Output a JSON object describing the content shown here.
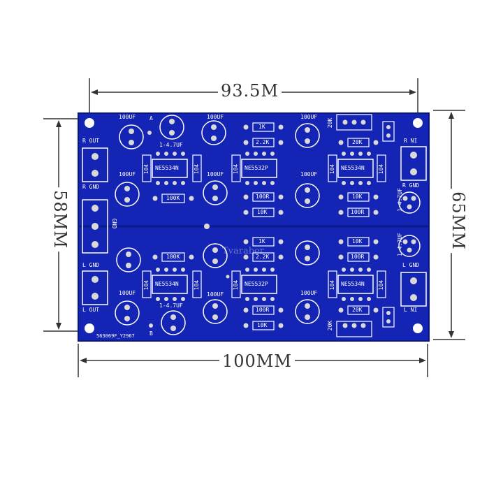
{
  "dimensions": {
    "top": "93.5M",
    "bottom": "100MM",
    "left": "58MM",
    "right": "65MM"
  },
  "board": {
    "id_code": "563069F_Y2967",
    "watermark": "Tvaraber",
    "corner_a": "A",
    "corner_b": "B"
  },
  "labels": {
    "r_out": "R OUT",
    "r_gnd": "R GND",
    "gnd": "GND",
    "l_gnd": "L GND",
    "l_out": "L OUT",
    "r_ni": "R NI",
    "r_gnd_right": "R GND",
    "l_gnd_right": "L GND",
    "l_ni": "L NI",
    "cap_100uf": "100UF",
    "cap_small": "1-4.7UF",
    "ic_left": "NE5534N",
    "ic_mid": "NE5532P",
    "ic_right": "NE5534N",
    "c104": "104",
    "r_1k": "1K",
    "r_2k2": "2.2K",
    "r_100r": "100R",
    "r_10k": "10K",
    "r_100k": "100K",
    "r_20k": "20K",
    "pot_20k": "20K"
  },
  "colors": {
    "board": "#1424b4",
    "board_dark": "#0c1a8c",
    "silk": "#ffffff",
    "pad": "#d9d9d9",
    "connector": "#2a36c2"
  }
}
